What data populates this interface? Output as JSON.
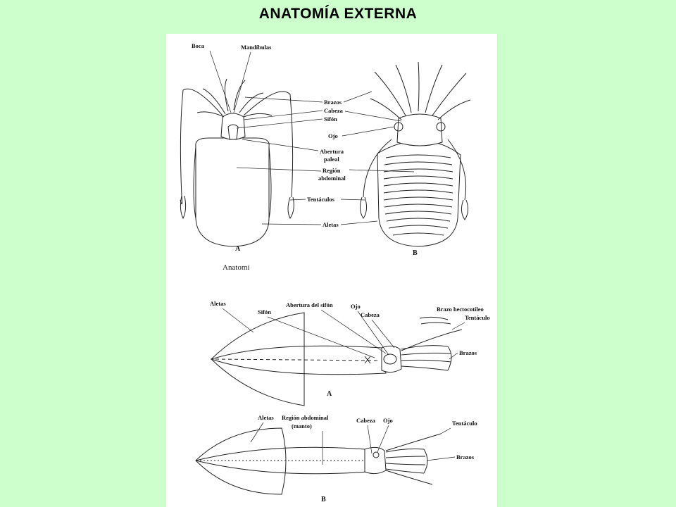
{
  "slide": {
    "title": "ANATOMÍA EXTERNA"
  },
  "diagram": {
    "cuttlefish": {
      "labels": {
        "boca": "Boca",
        "mandibulas": "Mandíbulas",
        "brazos": "Brazos",
        "cabeza": "Cabeza",
        "sifon": "Sifón",
        "ojo": "Ojo",
        "abertura_1": "Abertura",
        "abertura_2": "paleal",
        "region_1": "Región",
        "region_2": "abdominal",
        "tentaculos": "Tentáculos",
        "aletas": "Aletas"
      },
      "caption_a": "A",
      "caption_b": "B",
      "note": "Anatomí"
    },
    "squid_a": {
      "labels": {
        "aletas": "Aletas",
        "sifon": "Sifón",
        "abertura_sifon": "Abertura del sifón",
        "ojo": "Ojo",
        "cabeza": "Cabeza",
        "brazo_hectocotileo": "Brazo hectocotíleo",
        "tentaculo": "Tentáculo",
        "brazos": "Brazos"
      },
      "caption": "A"
    },
    "squid_b": {
      "labels": {
        "aletas": "Aletas",
        "region_1": "Región abdominal",
        "region_2": "(manto)",
        "cabeza": "Cabeza",
        "ojo": "Ojo",
        "tentaculo": "Tentáculo",
        "brazos": "Brazos"
      },
      "caption": "B"
    }
  }
}
